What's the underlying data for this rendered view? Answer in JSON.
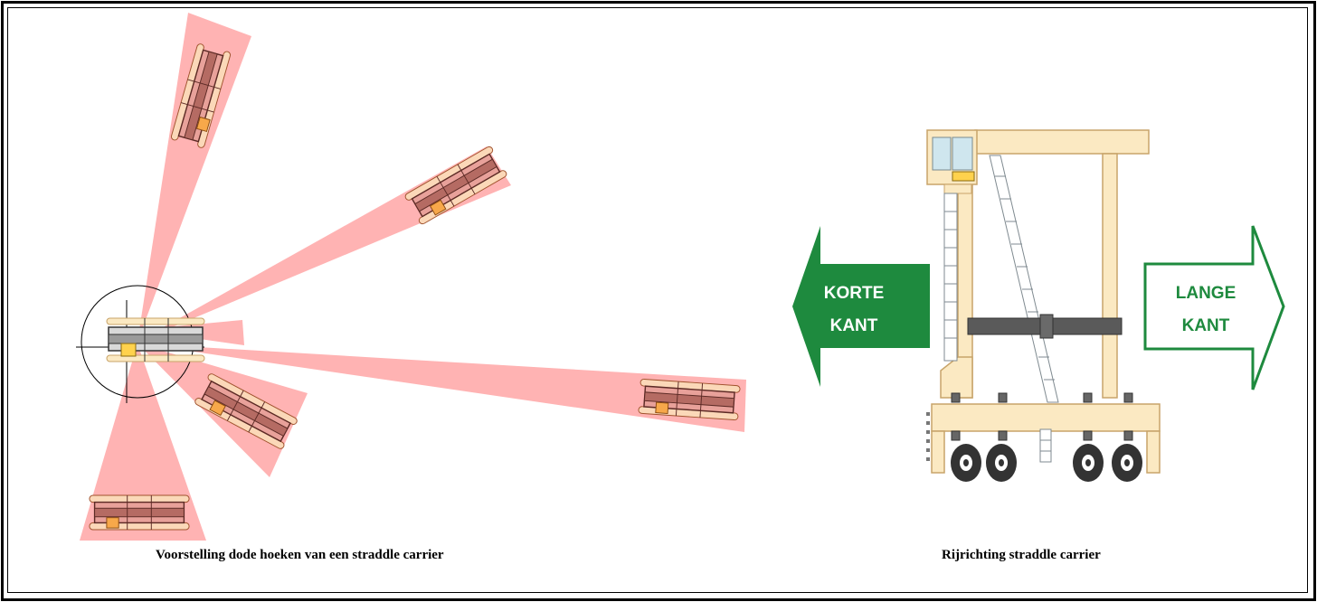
{
  "captions": {
    "blind_spots": "Voorstelling dode hoeken van een straddle carrier",
    "direction": "Rijrichting straddle carrier"
  },
  "arrows": {
    "left": {
      "line1": "KORTE",
      "line2": "KANT",
      "color": "#1e8a3e"
    },
    "right": {
      "line1": "LANGE",
      "line2": "KANT",
      "color": "#1e8a3e"
    }
  },
  "colors": {
    "blind_spot": "#ffb3b3",
    "carrier_body": "#b56b63",
    "carrier_outline": "#5c2a25",
    "cabin": "#f7a84a",
    "frame": "#fbe9c2",
    "frame_outline": "#c8a46a",
    "cross_beam": "#555555",
    "wheel": "#333333"
  }
}
